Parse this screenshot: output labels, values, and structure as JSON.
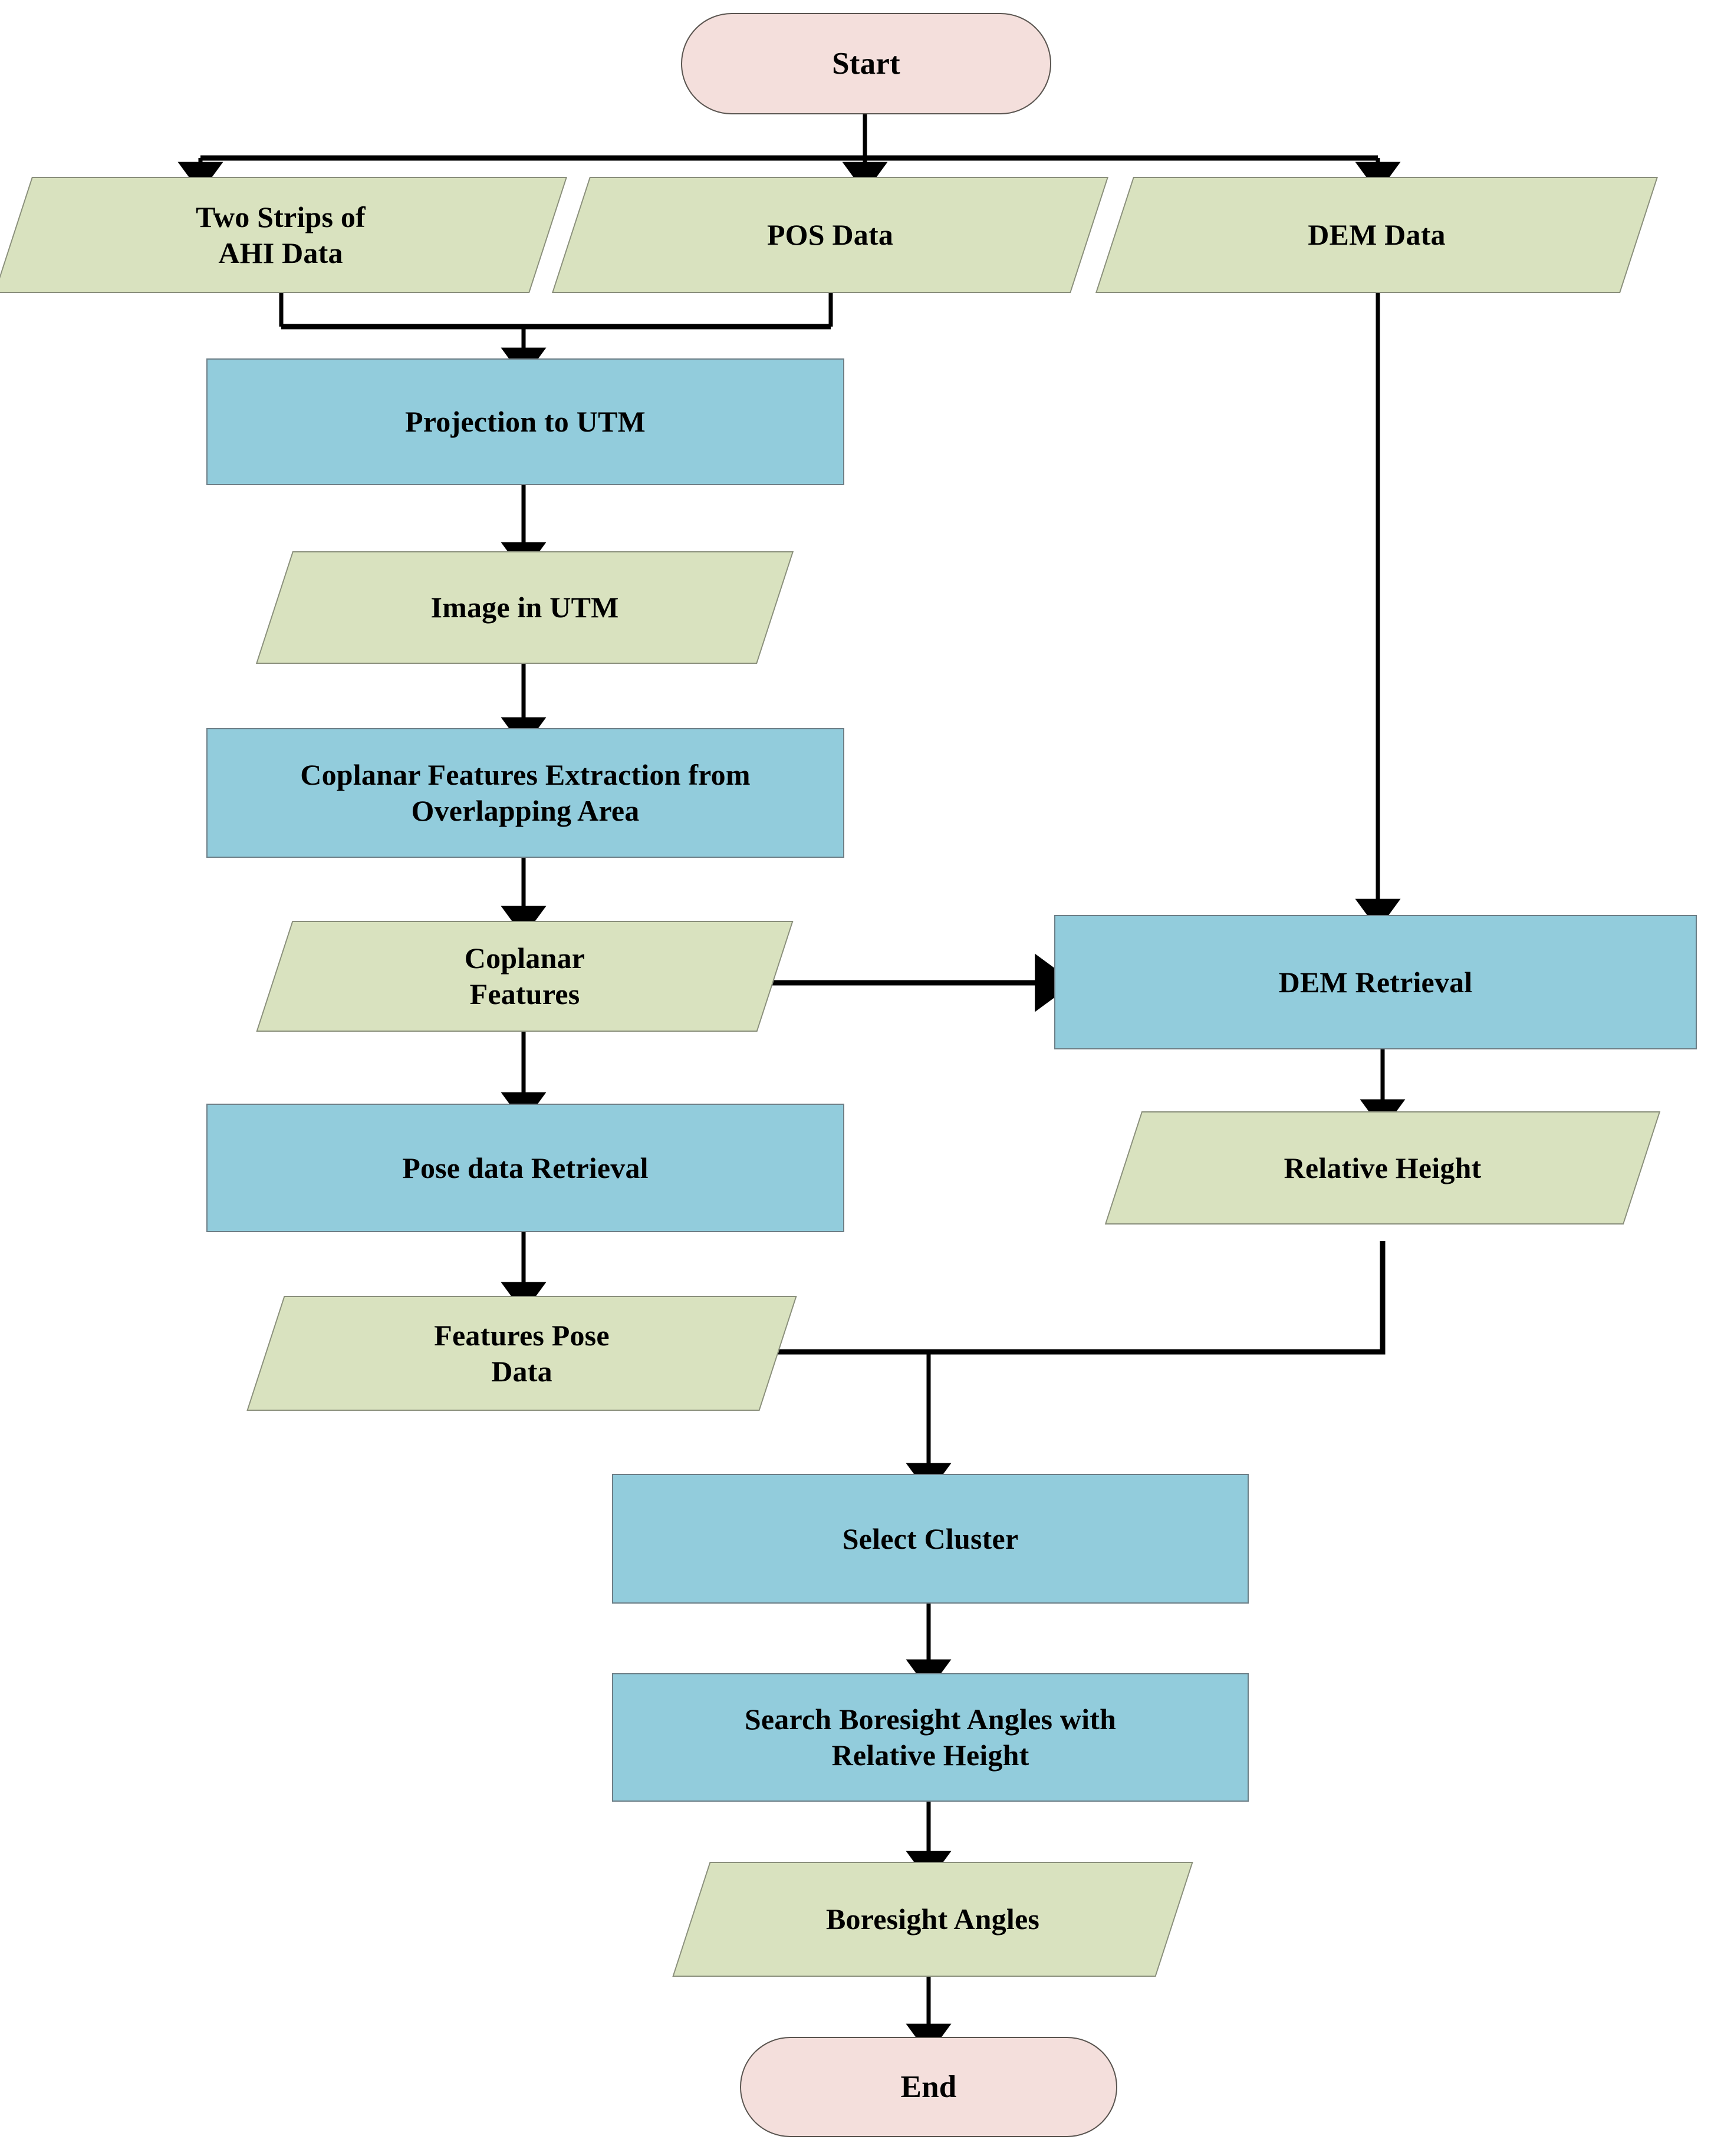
{
  "diagram": {
    "title": "Boresight Calibration Workflow Flowchart",
    "background_color": "#ffffff",
    "palette": {
      "terminator_fill": "#f4dfdc",
      "terminator_stroke": "#5a5550",
      "process_fill": "#92ccdc",
      "process_stroke": "#6d7e86",
      "data_fill": "#d9e2bf",
      "data_stroke": "#8a8f7c",
      "edge_color": "#000000",
      "text_color": "#000000"
    }
  },
  "nodes": {
    "start": {
      "label": "Start",
      "shape": "terminator"
    },
    "two_strips": {
      "label": "Two Strips of\nAHI Data",
      "shape": "data"
    },
    "pos_data": {
      "label": "POS Data",
      "shape": "data"
    },
    "dem_data": {
      "label": "DEM Data",
      "shape": "data"
    },
    "projection_utm": {
      "label": "Projection to UTM",
      "shape": "process"
    },
    "image_utm": {
      "label": "Image in UTM",
      "shape": "data"
    },
    "coplanar_extraction": {
      "label": "Coplanar Features Extraction from\nOverlapping Area",
      "shape": "process"
    },
    "coplanar_features": {
      "label": "Coplanar\nFeatures",
      "shape": "data"
    },
    "dem_retrieval": {
      "label": "DEM Retrieval",
      "shape": "process"
    },
    "pose_retrieval": {
      "label": "Pose data Retrieval",
      "shape": "process"
    },
    "relative_height": {
      "label": "Relative Height",
      "shape": "data"
    },
    "features_pose": {
      "label": "Features Pose\nData",
      "shape": "data"
    },
    "select_cluster": {
      "label": "Select Cluster",
      "shape": "process"
    },
    "search_boresight": {
      "label": "Search Boresight Angles with\nRelative Height",
      "shape": "process"
    },
    "boresight_angles": {
      "label": "Boresight Angles",
      "shape": "data"
    },
    "end": {
      "label": "End",
      "shape": "terminator"
    }
  },
  "edges": [
    {
      "from": "start",
      "to": "two_strips"
    },
    {
      "from": "start",
      "to": "pos_data"
    },
    {
      "from": "start",
      "to": "dem_data"
    },
    {
      "from": "two_strips",
      "to": "projection_utm"
    },
    {
      "from": "pos_data",
      "to": "projection_utm"
    },
    {
      "from": "projection_utm",
      "to": "image_utm"
    },
    {
      "from": "image_utm",
      "to": "coplanar_extraction"
    },
    {
      "from": "coplanar_extraction",
      "to": "coplanar_features"
    },
    {
      "from": "coplanar_features",
      "to": "pose_retrieval"
    },
    {
      "from": "coplanar_features",
      "to": "dem_retrieval"
    },
    {
      "from": "dem_data",
      "to": "dem_retrieval"
    },
    {
      "from": "dem_retrieval",
      "to": "relative_height"
    },
    {
      "from": "pose_retrieval",
      "to": "features_pose"
    },
    {
      "from": "features_pose",
      "to": "select_cluster"
    },
    {
      "from": "relative_height",
      "to": "select_cluster"
    },
    {
      "from": "select_cluster",
      "to": "search_boresight"
    },
    {
      "from": "search_boresight",
      "to": "boresight_angles"
    },
    {
      "from": "boresight_angles",
      "to": "end"
    }
  ]
}
